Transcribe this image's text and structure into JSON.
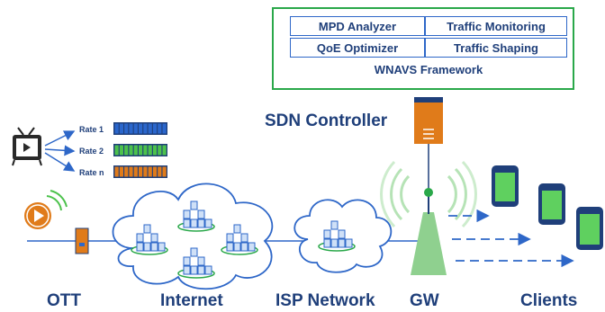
{
  "framework": {
    "cells": [
      "MPD Analyzer",
      "Traffic Monitoring",
      "QoE Optimizer",
      "Traffic Shaping"
    ],
    "title": "WNAVS Framework"
  },
  "labels": {
    "sdn_controller": "SDN Controller",
    "ott": "OTT",
    "internet": "Internet",
    "isp_network": "ISP Network",
    "gw": "GW",
    "clients": "Clients"
  },
  "rates": [
    "Rate 1",
    "Rate 2",
    "Rate n"
  ],
  "colors": {
    "navy": "#1f3f7a",
    "orange": "#e07b1a",
    "green_border": "#2aa84a",
    "blue_cell": "#2e67c8",
    "cloud_stroke": "#2e67c8",
    "phone_screen": "#5fd05f",
    "rate1": "#2a66cc",
    "rate2": "#4cc24c",
    "raten": "#e07b1a"
  },
  "icons": [
    "tv-icon",
    "play-icon",
    "server-icon",
    "antenna-icon",
    "phone-icon",
    "cloud-icon",
    "building-icon"
  ]
}
